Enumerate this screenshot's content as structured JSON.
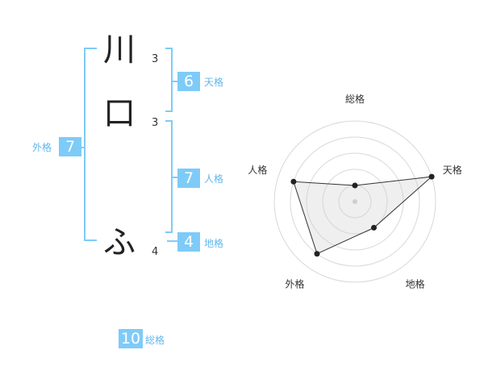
{
  "colors": {
    "accent": "#7ecbf8",
    "label": "#63b7ea",
    "text": "#222222"
  },
  "characters": [
    {
      "char": "川",
      "strokes": "3"
    },
    {
      "char": "口",
      "strokes": "3"
    },
    {
      "char": "ふ",
      "strokes": "4"
    }
  ],
  "fortune": {
    "tenkaku": {
      "label": "天格",
      "value": "6"
    },
    "jinkaku": {
      "label": "人格",
      "value": "7"
    },
    "chikaku": {
      "label": "地格",
      "value": "4"
    },
    "gaikaku": {
      "label": "外格",
      "value": "7"
    },
    "soukaku": {
      "label": "総格",
      "value": "10"
    }
  },
  "chart_data": {
    "type": "radar",
    "axes": [
      "総格",
      "天格",
      "地格",
      "外格",
      "人格"
    ],
    "values": [
      0.2,
      1.0,
      0.4,
      0.8,
      0.8
    ],
    "rings": 5,
    "range": [
      0,
      1
    ]
  }
}
